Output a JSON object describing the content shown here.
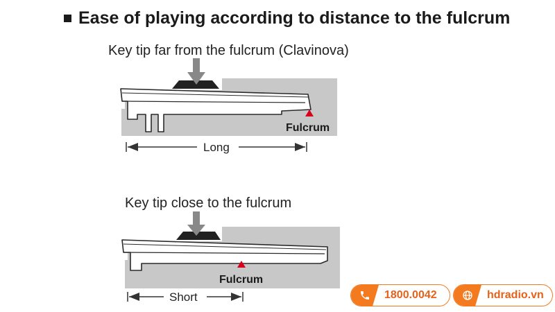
{
  "heading": "Ease of playing according to distance to the fulcrum",
  "diagrams": [
    {
      "caption": "Key tip far from the fulcrum (Clavinova)",
      "fulcrum_label": "Fulcrum",
      "distance_label": "Long"
    },
    {
      "caption": "Key tip close to the fulcrum",
      "fulcrum_label": "Fulcrum",
      "distance_label": "Short"
    }
  ],
  "contacts": {
    "phone": "1800.0042",
    "website": "hdradio.vn"
  },
  "colors": {
    "accent": "#f47a20",
    "fulcrum_marker": "#d9001b",
    "body_gray": "#c8c8c8"
  }
}
